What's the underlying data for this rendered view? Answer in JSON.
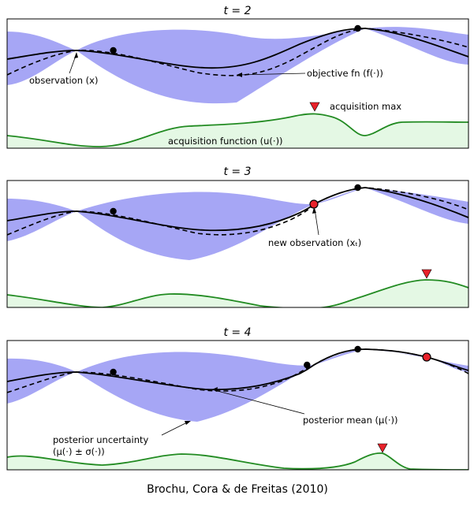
{
  "caption": "Brochu, Cora & de Freitas (2010)",
  "colors": {
    "uncertainty_fill": "#a6a6f5",
    "acquisition_line": "#228b22",
    "acquisition_fill": "#e4f8e4",
    "marker_max": "#e8222a",
    "observation": "#000000",
    "new_observation_fill": "#e8222a"
  },
  "panels": [
    {
      "title": "t = 2",
      "observations_x": [
        0.23,
        0.76
      ],
      "new_observation_x": null,
      "acquisition_max_x": 0.636,
      "annotations": [
        {
          "text": "observation (x)"
        },
        {
          "text": "objective fn (f(·))"
        },
        {
          "text": "acquisition max"
        },
        {
          "text": "acquisition function (u(·))"
        }
      ]
    },
    {
      "title": "t = 3",
      "observations_x": [
        0.23,
        0.76
      ],
      "new_observation_x": 0.65,
      "acquisition_max_x": 0.91,
      "annotations": [
        {
          "text": "new observation (xₜ)"
        }
      ]
    },
    {
      "title": "t = 4",
      "observations_x": [
        0.23,
        0.65,
        0.76
      ],
      "new_observation_x": 0.91,
      "acquisition_max_x": 0.8,
      "annotations": [
        {
          "text": "posterior mean (μ(·))"
        },
        {
          "text": "posterior uncertainty"
        },
        {
          "text": "(μ(·) ± σ(·))"
        }
      ]
    }
  ]
}
